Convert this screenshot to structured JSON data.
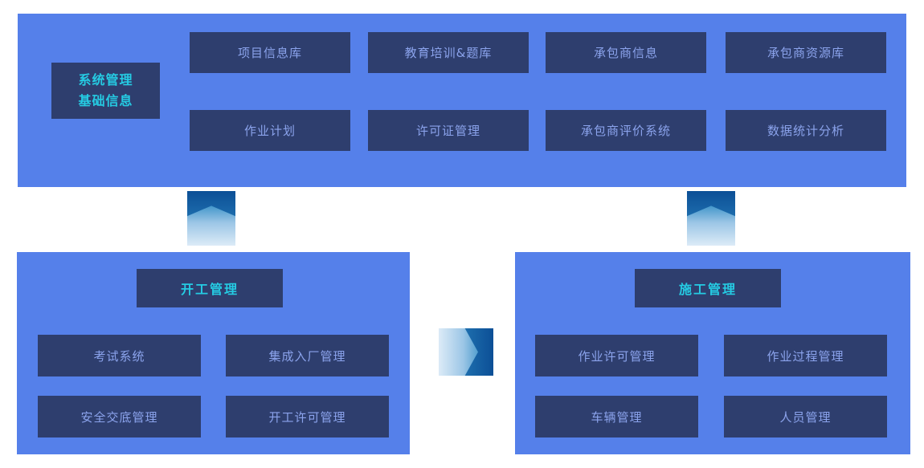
{
  "palette": {
    "panel_blue": "#5580ea",
    "box_navy": "#2e3e6e",
    "label_text": "#8ba3ec",
    "teal_text": "#25cbe3",
    "grad_dark": "#0c4f96",
    "grad_mid": "#2e8bc4",
    "grad_light": "#dcebf7"
  },
  "top_section": {
    "title_lines": [
      "系统管理",
      "基础信息"
    ],
    "row1": [
      "项目信息库",
      "教育培训&题库",
      "承包商信息",
      "承包商资源库"
    ],
    "row2": [
      "作业计划",
      "许可证管理",
      "承包商评价系统",
      "数据统计分析"
    ]
  },
  "start_section": {
    "title": "开工管理",
    "items": [
      "考试系统",
      "集成入厂管理",
      "安全交底管理",
      "开工许可管理"
    ]
  },
  "construction_section": {
    "title": "施工管理",
    "items": [
      "作业许可管理",
      "作业过程管理",
      "车辆管理",
      "人员管理"
    ]
  },
  "connectors": {
    "left": "arrow-up",
    "right": "arrow-up",
    "center": "arrow-right"
  }
}
